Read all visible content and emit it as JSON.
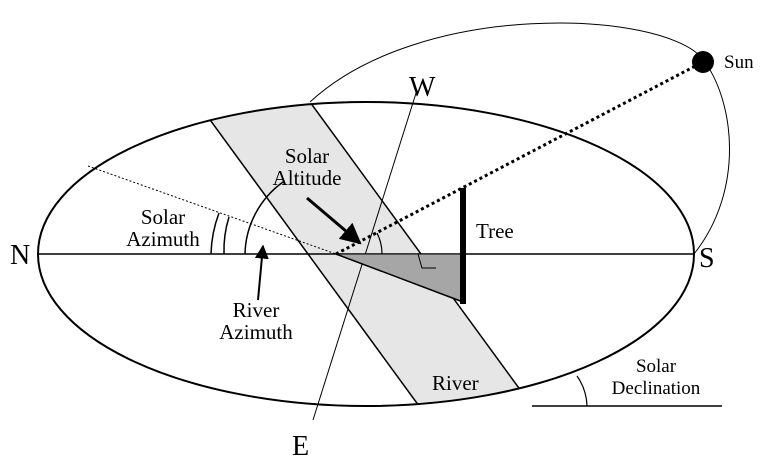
{
  "labels": {
    "north": "N",
    "south": "S",
    "east": "E",
    "west": "W",
    "sun": "Sun",
    "tree": "Tree",
    "river": "River",
    "solar_altitude_line1": "Solar",
    "solar_altitude_line2": "Altitude",
    "solar_azimuth_line1": "Solar",
    "solar_azimuth_line2": "Azimuth",
    "river_azimuth_line1": "River",
    "river_azimuth_line2": "Azimuth",
    "solar_declination_line1": "Solar",
    "solar_declination_line2": "Declination"
  },
  "colors": {
    "river_fill": "#e6e6e6",
    "shadow_fill": "#a6a6a6",
    "stroke": "#000000",
    "background": "#ffffff"
  }
}
